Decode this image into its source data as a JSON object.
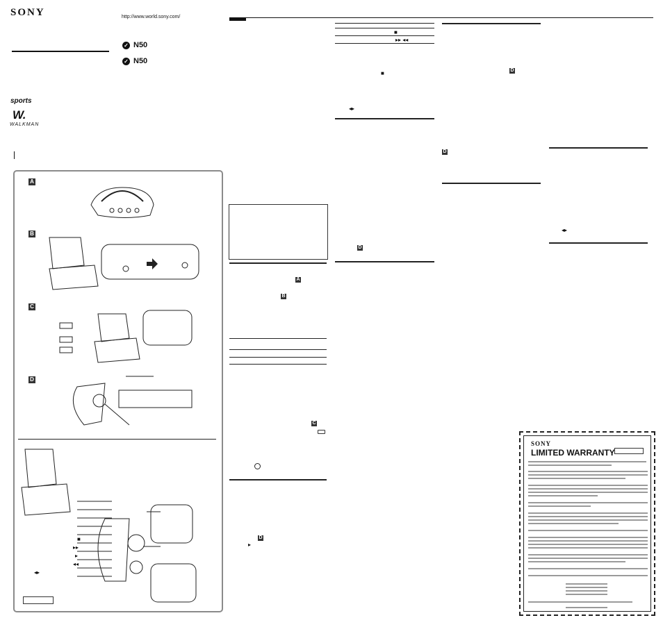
{
  "brand": "SONY",
  "url": "http://www.world.sony.com/",
  "models": [
    "N50",
    "N50"
  ],
  "sports_logo": "sports",
  "walkman_logo": "WALKMAN",
  "figure_labels": [
    "A",
    "B",
    "C",
    "D"
  ],
  "inline_markers": [
    "A",
    "B",
    "C",
    "D",
    "D",
    "D",
    "D"
  ],
  "controls_icons": {
    "stop": "■",
    "ff": "▸▸",
    "play": "▸",
    "rew": "◂◂",
    "dir": "◂▸"
  },
  "table_icons": {
    "stop": "■",
    "ffrew": "▸▸   ◂◂"
  },
  "warranty": {
    "brand": "SONY",
    "title": "LIMITED WARRANTY"
  }
}
